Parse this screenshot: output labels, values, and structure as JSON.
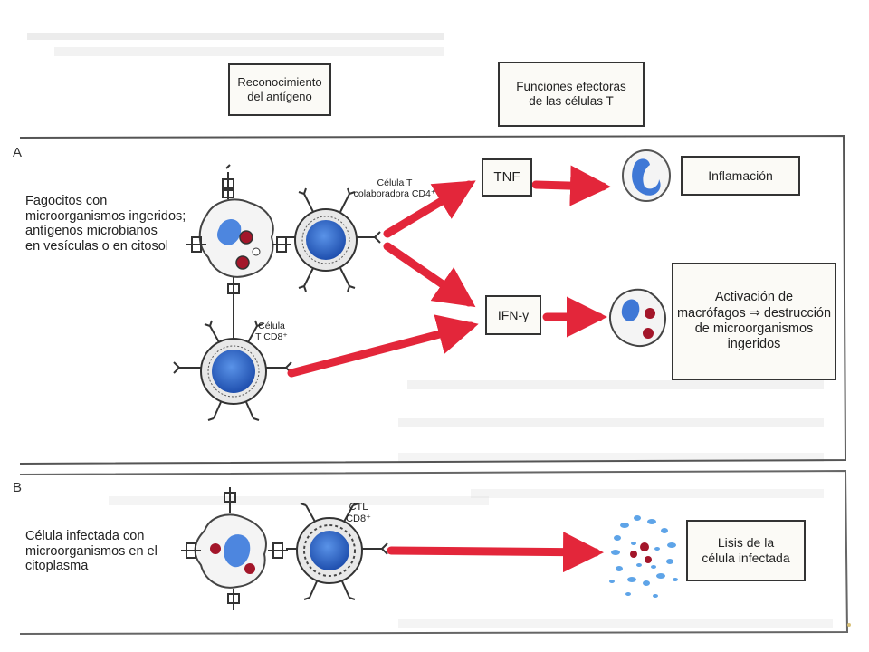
{
  "headers": {
    "recognition": "Reconocimiento\ndel antígeno",
    "effector": "Funciones efectoras\nde las células T"
  },
  "panel_a": {
    "letter": "A",
    "phagocyte_label": "Fagocitos con\nmicroorganismos ingeridos;\nantígenos microbianos\nen vesículas o en citosol",
    "cd4_label": "Célula T\ncolaboradora CD4⁺",
    "cd8_label": "Célula\nT CD8⁺",
    "tnf_label": "TNF",
    "ifn_label": "IFN-γ",
    "inflammation_label": "Inflamación",
    "activation_label": "Activación de\nmacrófagos ⇒ destrucción\nde microorganismos\ningeridos"
  },
  "panel_b": {
    "letter": "B",
    "infected_label": "Célula infectada con\nmicroorganismos en el\ncitoplasma",
    "ctl_label": "CTL\nCD8⁺",
    "lysis_label": "Lisis de la\ncélula infectada"
  },
  "colors": {
    "arrow_red": "#e3263a",
    "nucleus_blue": "#2f6fd0",
    "microbe_red": "#a3162a",
    "line_dark": "#333333",
    "paper": "#fbfaf6"
  }
}
